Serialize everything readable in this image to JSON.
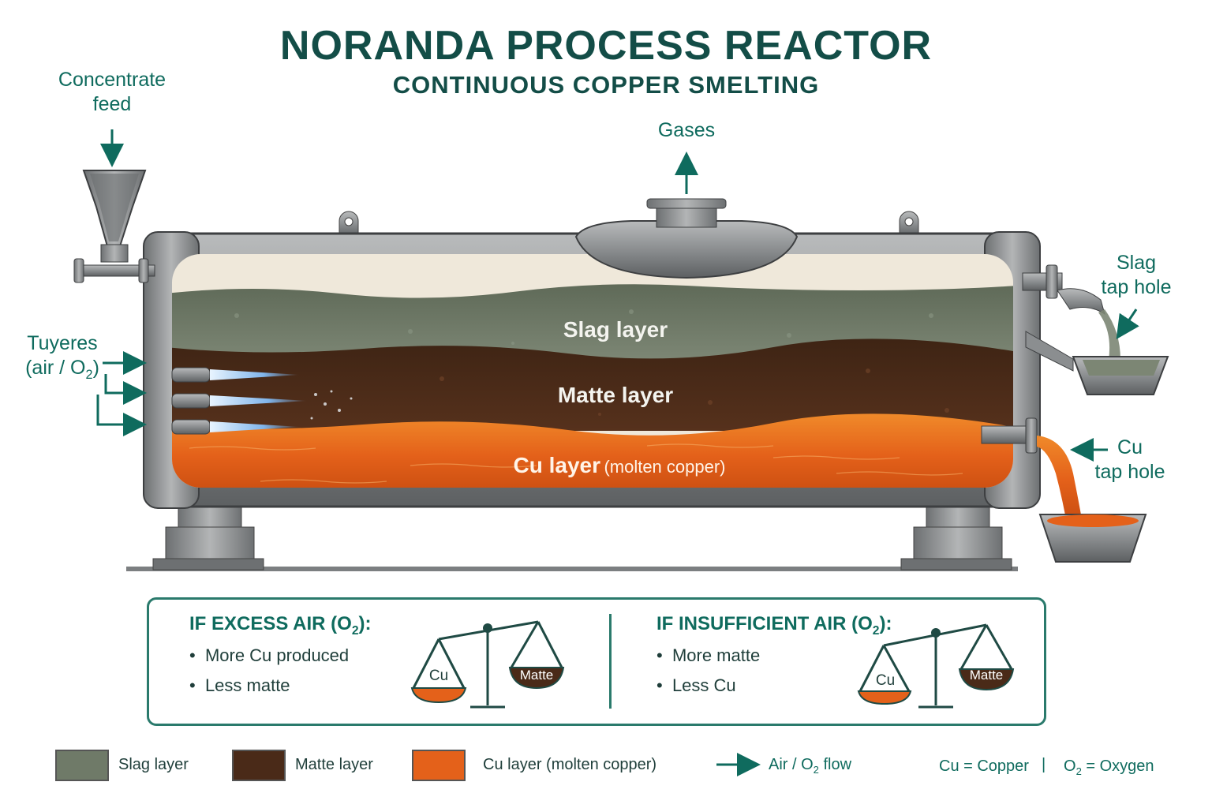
{
  "title": "NORANDA PROCESS REACTOR",
  "subtitle": "CONTINUOUS COPPER SMELTING",
  "labels": {
    "concentrate_feed": [
      "Concentrate",
      "feed"
    ],
    "gases": "Gases",
    "slag_tap": [
      "Slag",
      "tap hole"
    ],
    "cu_tap": [
      "Cu",
      "tap hole"
    ],
    "tuyeres": "Tuyeres",
    "tuyeres_sub_pre": "(air / O",
    "tuyeres_sub_idx": "2",
    "tuyeres_sub_post": ")"
  },
  "layers": {
    "slag": "Slag layer",
    "matte": "Matte layer",
    "cu": "Cu layer",
    "cu_note": "(molten copper)"
  },
  "panel": {
    "excess": {
      "title_pre": "IF EXCESS AIR (O",
      "title_idx": "2",
      "title_post": "):",
      "items": [
        "More Cu produced",
        "Less matte"
      ],
      "scale_left": "Cu",
      "scale_right": "Matte"
    },
    "insufficient": {
      "title_pre": "IF INSUFFICIENT AIR (O",
      "title_idx": "2",
      "title_post": "):",
      "items": [
        "More matte",
        "Less Cu"
      ],
      "scale_left": "Cu",
      "scale_right": "Matte"
    }
  },
  "legend": {
    "slag": "Slag layer",
    "matte": "Matte layer",
    "cu": "Cu layer (molten copper)",
    "flow_pre": "Air / O",
    "flow_idx": "2",
    "flow_post": " flow",
    "cu_def": "Cu = Copper",
    "sep": "|",
    "o2_pre": "O",
    "o2_idx": "2",
    "o2_post": " = Oxygen"
  },
  "colors": {
    "accent": "#0f6b5e",
    "slag": "#6f7a68",
    "matte": "#4a2a18",
    "copper": "#e4611a",
    "steel": "#8a8c8d"
  }
}
